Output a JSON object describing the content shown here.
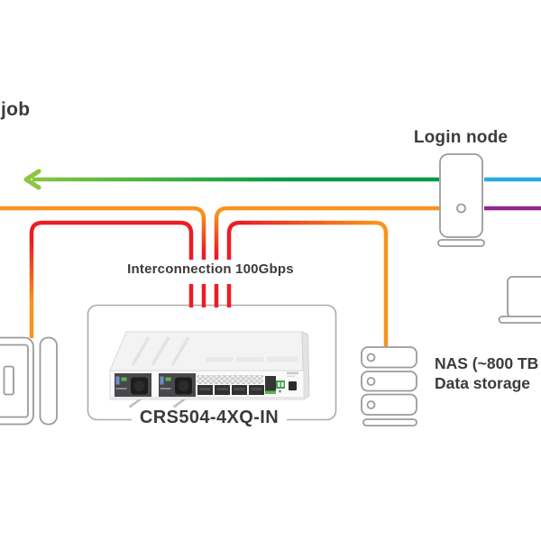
{
  "labels": {
    "job_fragment": "job",
    "login_node": "Login node",
    "interconnection": "Interconnection 100Gbps",
    "switch_model": "CRS504-4XQ-IN",
    "nas_line1": "NAS (~800 TB",
    "nas_line2": "Data storage"
  },
  "colors": {
    "orange": "#F7941E",
    "red": "#ED1C24",
    "green_light": "#8CC63F",
    "green_dark": "#009B48",
    "blue": "#29ABE2",
    "purple": "#92278F",
    "outline_gray": "#9B9B9B"
  },
  "icons": {
    "login_node": "tower-pc-icon",
    "compute_node": "tower-server-icon",
    "storage": "nas-stack-icon",
    "user_device": "laptop-icon",
    "switch": "crs504-switch-illustration",
    "direction": "left-arrowhead-icon"
  }
}
